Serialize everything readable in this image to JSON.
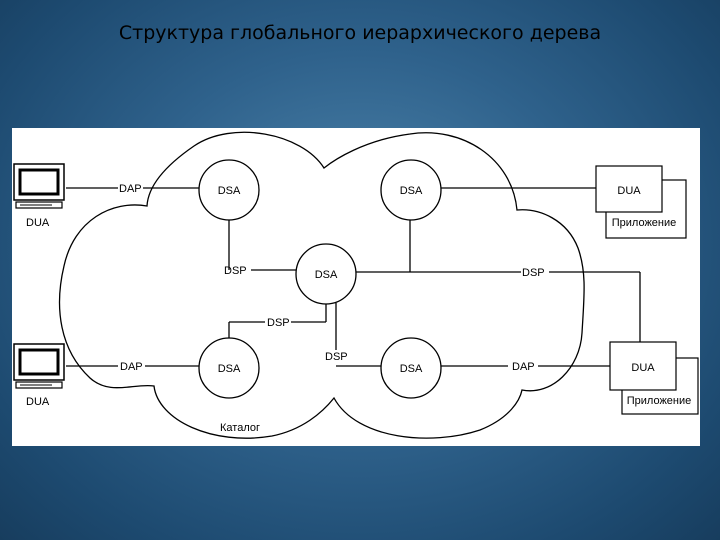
{
  "slide": {
    "title": "Структура глобального иерархического дерева"
  },
  "diagram": {
    "dsa_label": "DSA",
    "dsp_label": "DSP",
    "dap_label": "DAP",
    "dua_label": "DUA",
    "app_label": "Приложение",
    "catalog_label": "Каталог"
  },
  "colors": {
    "background": "#2f628c",
    "panel": "#ffffff",
    "lines": "#000000"
  }
}
